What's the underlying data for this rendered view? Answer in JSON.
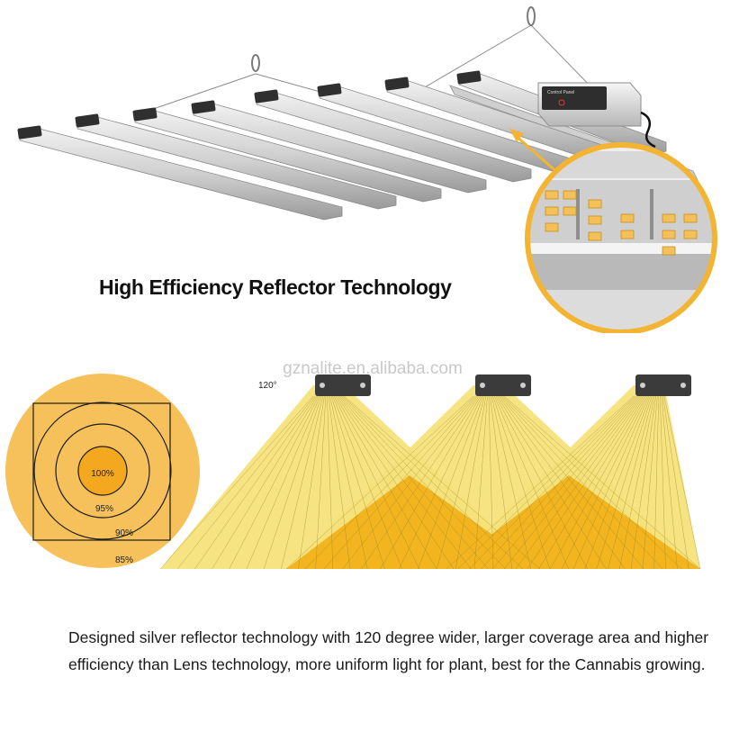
{
  "headline": "High Efficiency Reflector Technology",
  "watermark": "gznalite.en.alibaba.com",
  "beam_angle_label": "120°",
  "controller_label": "Control Panel",
  "uniformity": {
    "labels": [
      "100%",
      "95%",
      "90%",
      "85%"
    ]
  },
  "description": "Designed silver reflector technology with 120 degree wider, larger coverage area and higher efficiency than Lens technology, more uniform light for plant, best for the Cannabis growing.",
  "colors": {
    "amber_circle": "#f6c15a",
    "amber_center": "#f4a81f",
    "beam_light": "#f5e27a",
    "beam_overlap": "#f2b520",
    "zoom_ring": "#f3b433",
    "housing_dark": "#3b3b3b"
  }
}
